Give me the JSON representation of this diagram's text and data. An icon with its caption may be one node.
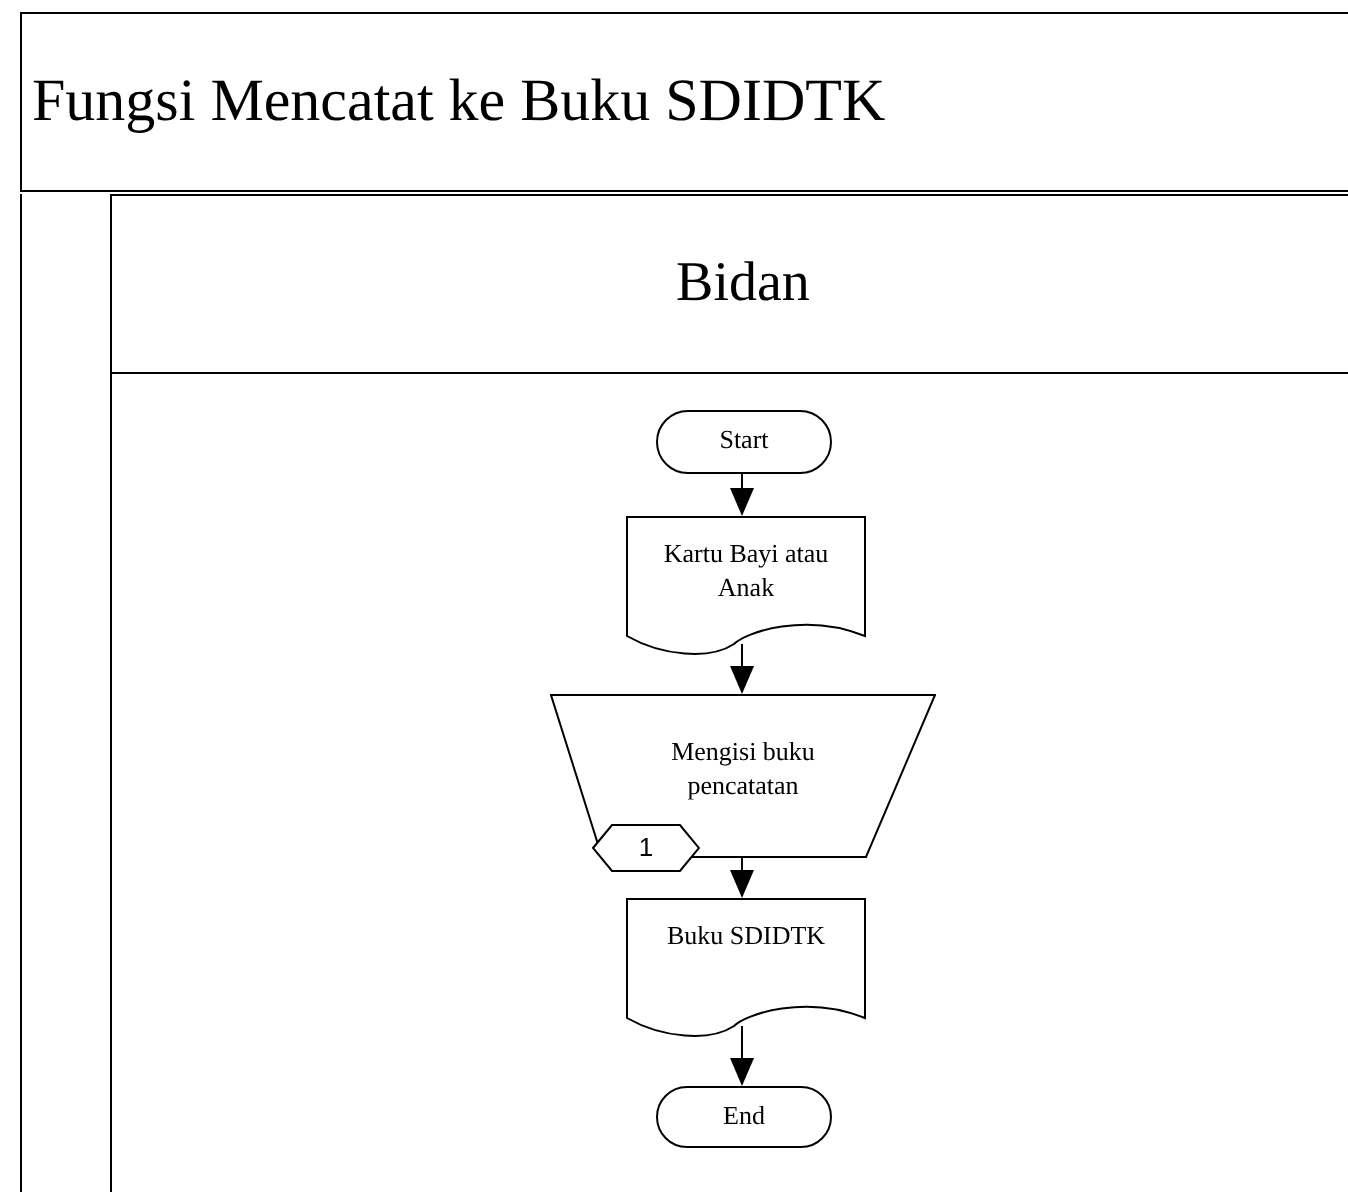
{
  "diagram": {
    "title": "Fungsi Mencatat ke Buku SDIDTK",
    "nodes": [
      {
        "text": [
          "Bidan"
        ]
      },
      {
        "text": [
          "Start"
        ],
        "in": 0
      },
      {
        "text": [
          "Kartu Bayi atau Anak"
        ],
        "in": 0
      },
      {
        "text": [
          "Mengisi buku pencatatan"
        ],
        "in": 0
      },
      {
        "text": [
          "1"
        ],
        "in": 0
      },
      {
        "text": [
          "Buku SDIDTK"
        ],
        "in": 0
      },
      {
        "text": [
          "End"
        ],
        "in": 0
      }
    ],
    "edges": [
      {
        "from": 1,
        "to": 2,
        "arrow": "to"
      },
      {
        "from": 2,
        "to": 3,
        "arrow": "to"
      },
      {
        "from": 3,
        "to": 5,
        "arrow": "to"
      },
      {
        "from": 5,
        "to": 6,
        "arrow": "to"
      }
    ]
  }
}
